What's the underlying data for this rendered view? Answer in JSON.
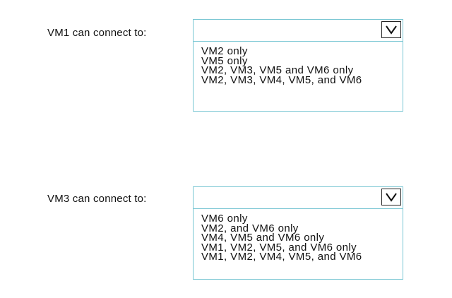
{
  "questions": [
    {
      "label": "VM1 can connect to:",
      "selected": "",
      "options": [
        "VM2 only",
        "VM5 only",
        "VM2, VM3, VM5 and VM6 only",
        "VM2, VM3, VM4, VM5, and VM6"
      ]
    },
    {
      "label": "VM3 can connect to:",
      "selected": "",
      "options": [
        "VM6 only",
        "VM2, and VM6 only",
        "VM4, VM5 and VM6 only",
        "VM1, VM2, VM5, and VM6 only",
        "VM1, VM2, VM4, VM5, and VM6"
      ]
    }
  ],
  "icons": {
    "dropdown_toggle": "chevron-down-icon"
  },
  "colors": {
    "border_accent": "#79c6d3",
    "text": "#111111",
    "background": "#ffffff"
  }
}
